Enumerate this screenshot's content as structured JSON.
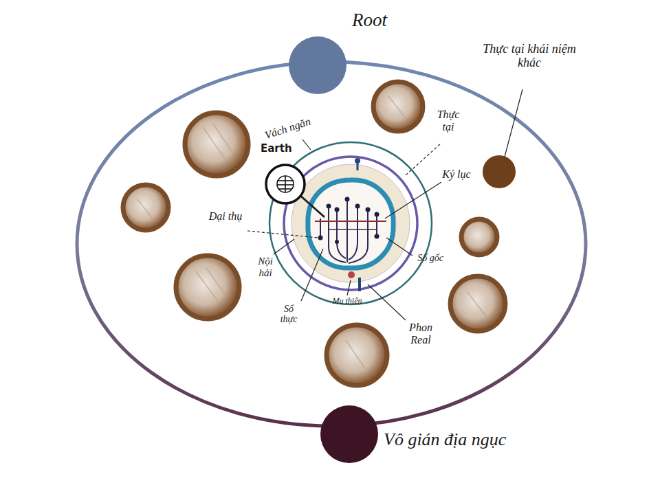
{
  "diagram": {
    "nodes": [
      {
        "text": [
          "Root"
        ]
      },
      {
        "text": [
          "Earth"
        ]
      },
      {
        "text": [
          "Vô gián địa ngục"
        ]
      }
    ],
    "labels": [
      "Thực tại khái niệm khác",
      "Vách ngăn",
      "Thực tại",
      "Ký lục",
      "Đại thụ",
      "Nội hải",
      "Số gốc",
      "Số thực",
      "Mu thiên",
      "Phon Real"
    ]
  }
}
